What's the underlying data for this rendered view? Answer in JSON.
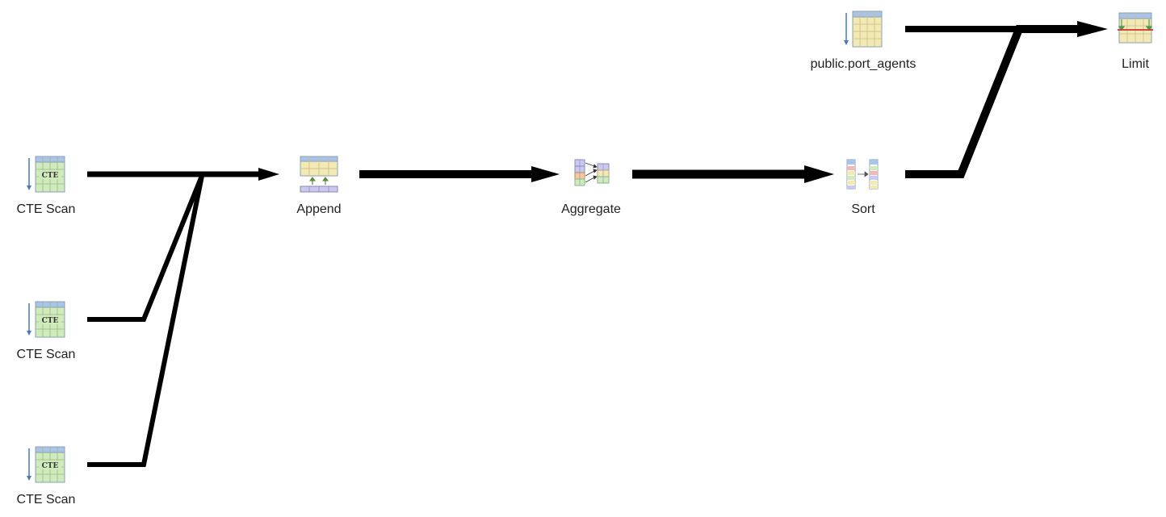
{
  "nodes": [
    {
      "id": "cte1",
      "label": "CTE Scan",
      "icon": "cte-scan-icon",
      "icon_text": "CTE"
    },
    {
      "id": "cte2",
      "label": "CTE Scan",
      "icon": "cte-scan-icon",
      "icon_text": "CTE"
    },
    {
      "id": "cte3",
      "label": "CTE Scan",
      "icon": "cte-scan-icon",
      "icon_text": "CTE"
    },
    {
      "id": "append",
      "label": "Append",
      "icon": "append-icon"
    },
    {
      "id": "aggregate",
      "label": "Aggregate",
      "icon": "aggregate-icon"
    },
    {
      "id": "sort",
      "label": "Sort",
      "icon": "sort-icon"
    },
    {
      "id": "port_agents",
      "label": "public.port_agents",
      "icon": "seq-scan-icon"
    },
    {
      "id": "limit",
      "label": "Limit",
      "icon": "limit-icon"
    }
  ],
  "edges": [
    {
      "from": "cte1",
      "to": "append"
    },
    {
      "from": "cte2",
      "to": "append"
    },
    {
      "from": "cte3",
      "to": "append"
    },
    {
      "from": "append",
      "to": "aggregate"
    },
    {
      "from": "aggregate",
      "to": "sort"
    },
    {
      "from": "sort",
      "to": "limit"
    },
    {
      "from": "port_agents",
      "to": "limit"
    }
  ],
  "colors": {
    "edge": "#000000",
    "grid_blue": "#a9c4e6",
    "grid_green": "#cfeabb",
    "grid_yellow": "#f3e9b5",
    "grid_line": "#8aa0b5"
  }
}
